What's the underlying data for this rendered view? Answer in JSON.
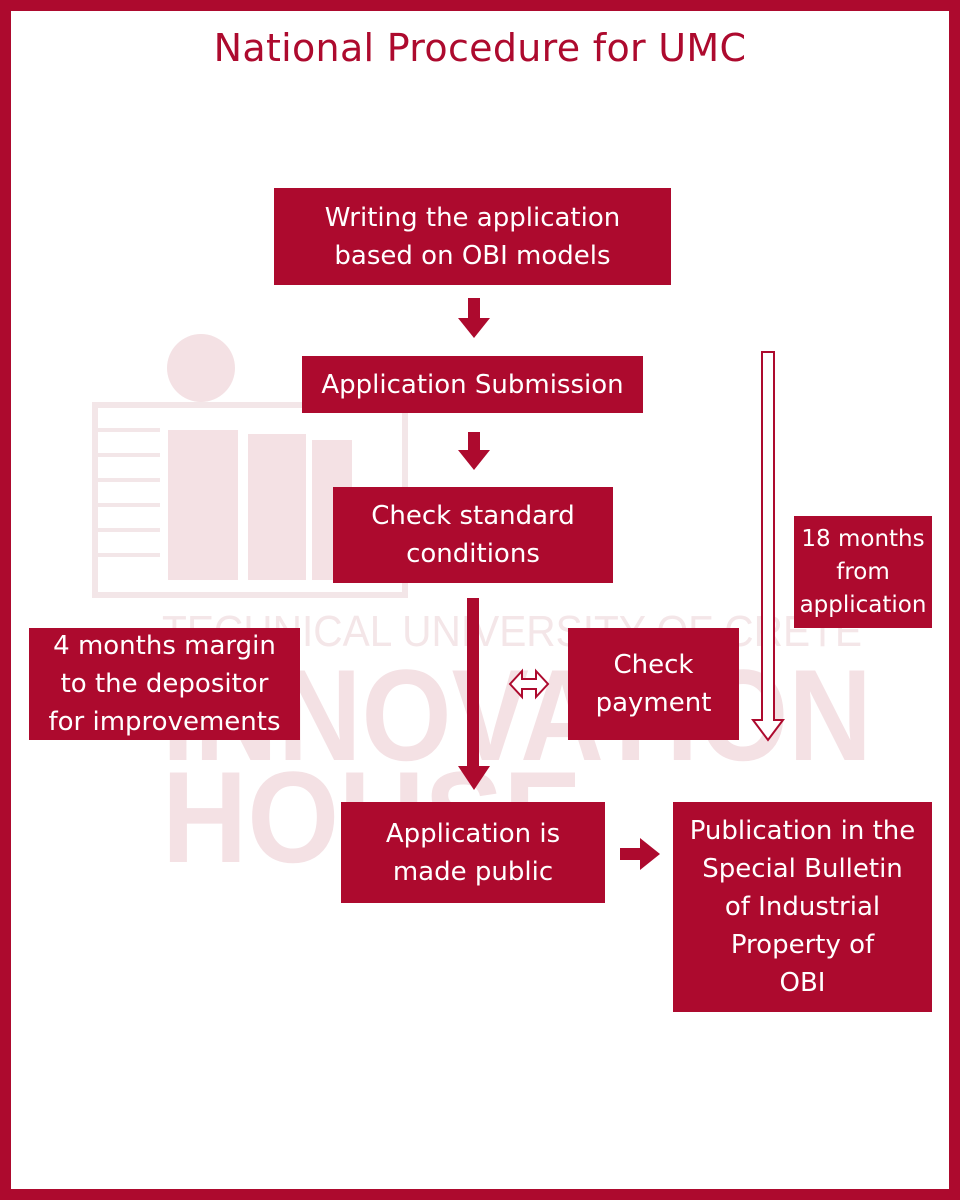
{
  "title": "National Procedure for UMC",
  "watermark": {
    "line1": "TECHNICAL UNIVERSITY OF CRETE",
    "line2": "INNOVATION",
    "line3": "HOUSE"
  },
  "steps": {
    "writing": "Writing the application\nbased on OBI models",
    "submission": "Application Submission",
    "check_standard": "Check standard\nconditions",
    "check_payment": "Check\npayment",
    "made_public": "Application is\nmade public",
    "publication": "Publication in the\nSpecial Bulletin\nof Industrial\nProperty of\nOBI"
  },
  "notes": {
    "margin": "4 months margin\nto the depositor\nfor improvements",
    "eighteen": "18 months\nfrom\napplication"
  },
  "colors": {
    "accent": "#ad0a2e",
    "watermark": "#f3dfe2"
  }
}
